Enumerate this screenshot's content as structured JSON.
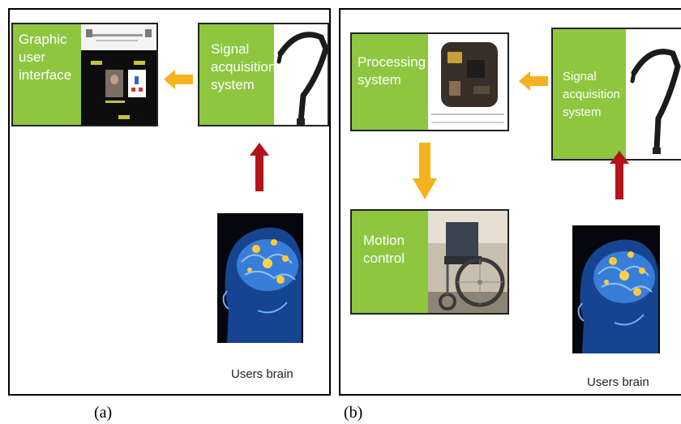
{
  "panel_a": {
    "gui_label": "Graphic\nuser\ninterface",
    "signal_label": "Signal\nacquisition\nsystem",
    "brain_label": "Users brain",
    "caption": "(a)"
  },
  "panel_b": {
    "processing_label": "Processing\nsystem",
    "signal_label": "Signal\nacquisition\nsystem",
    "motion_label": "Motion\ncontrol",
    "brain_label": "Users brain",
    "caption": "(b)"
  },
  "colors": {
    "box_green": "#8ec640",
    "arrow_yellow": "#f5b11e",
    "arrow_red": "#b3131b",
    "brain_blue": "#1a4fa8"
  }
}
